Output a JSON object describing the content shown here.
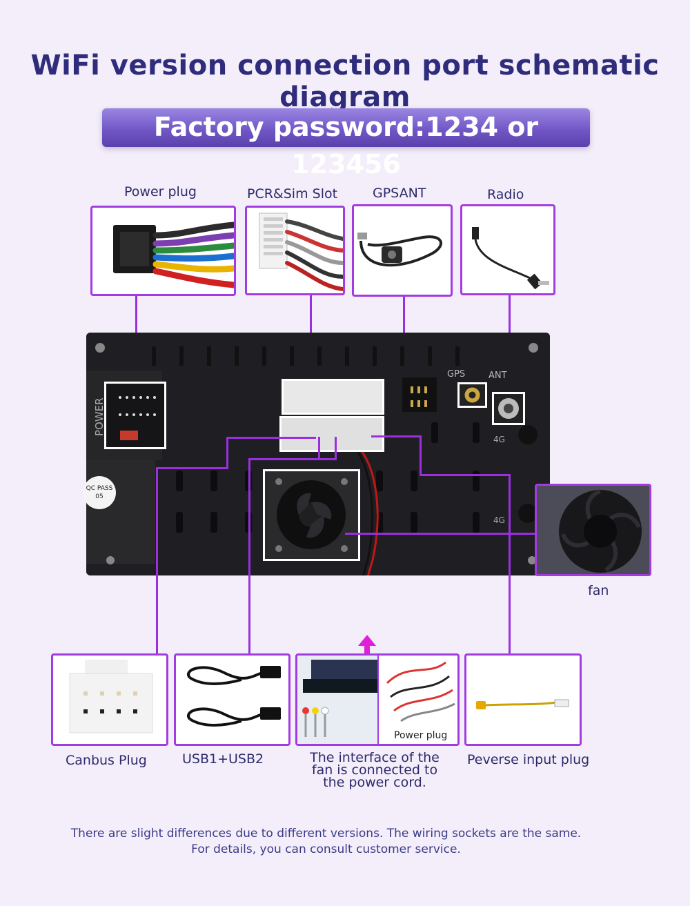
{
  "title": "WiFi version connection port schematic diagram",
  "banner": "Factory password:1234 or 123456",
  "top_labels": {
    "power_plug": "Power plug",
    "pcr_sim": "PCR&Sim Slot",
    "gpsant": "GPSANT",
    "radio": "Radio"
  },
  "unit_text": {
    "power": "POWER",
    "gps": "GPS",
    "ant": "ANT",
    "fourg1": "4G",
    "fourg2": "4G",
    "qc": "QC PASS 05"
  },
  "fan_label": "fan",
  "bottom_labels": {
    "canbus": "Canbus Plug",
    "usb": "USB1+USB2",
    "interface_line1": "The interface of the",
    "interface_line2": "fan is connected to",
    "interface_line3": "the power cord.",
    "power_plug_inner": "Power plug",
    "reverse": "Peverse input plug"
  },
  "footer": {
    "line1": "There are slight differences due to different versions. The wiring sockets are the same.",
    "line2": "For details, you can consult customer service."
  },
  "colors": {
    "accent": "#9a2fe0",
    "title": "#302c7c",
    "banner_start": "#9a86e2",
    "banner_end": "#5a40ad"
  }
}
